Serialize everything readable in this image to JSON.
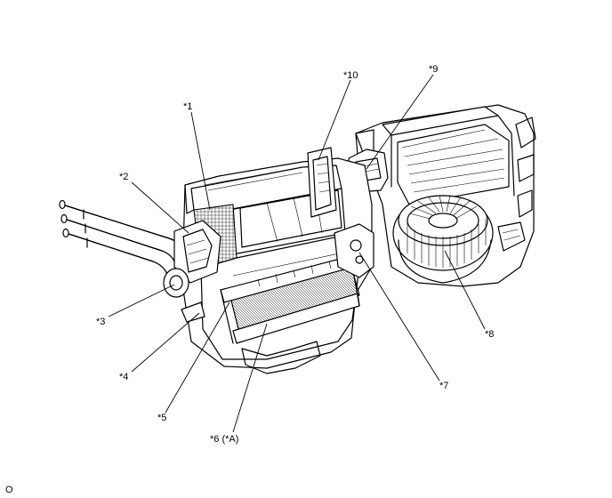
{
  "labels": {
    "c1": "*1",
    "c2": "*2",
    "c3": "*3",
    "c4": "*4",
    "c5": "*5",
    "c6": "*6 (*A)",
    "c7": "*7",
    "c8": "*8",
    "c9": "*9",
    "c10": "*10"
  },
  "figure_code": "O"
}
